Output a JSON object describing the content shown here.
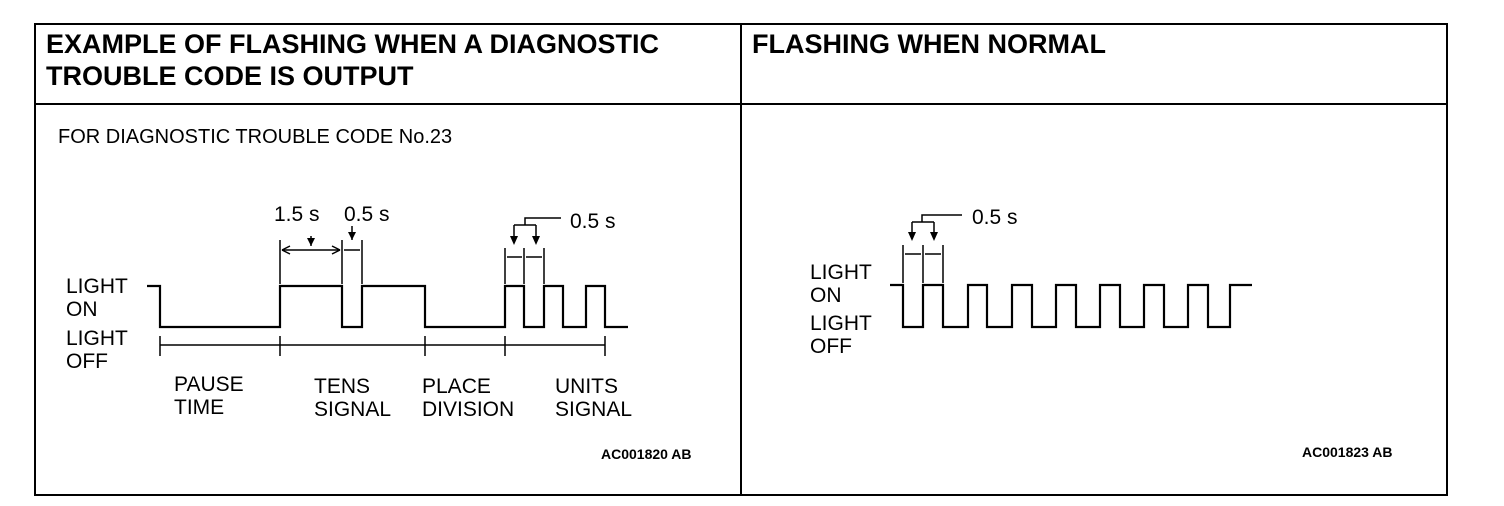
{
  "panels": {
    "left": {
      "header_line1": "EXAMPLE OF FLASHING WHEN A DIAGNOSTIC",
      "header_line2": "TROUBLE CODE IS OUTPUT",
      "subtitle": "FOR DIAGNOSTIC TROUBLE CODE No.23",
      "light_on": [
        "LIGHT",
        "ON"
      ],
      "light_off": [
        "LIGHT",
        "OFF"
      ],
      "dim_15": "1.5 s",
      "dim_05a": "0.5 s",
      "dim_05b": "0.5 s",
      "phases": [
        [
          "PAUSE",
          "TIME"
        ],
        [
          "TENS",
          "SIGNAL"
        ],
        [
          "PLACE",
          "DIVISION"
        ],
        [
          "UNITS",
          "SIGNAL"
        ]
      ],
      "figure_code": "AC001820 AB"
    },
    "right": {
      "header": "FLASHING WHEN NORMAL",
      "light_on": [
        "LIGHT",
        "ON"
      ],
      "light_off": [
        "LIGHT",
        "OFF"
      ],
      "dim_05": "0.5 s",
      "figure_code": "AC001823 AB"
    }
  }
}
